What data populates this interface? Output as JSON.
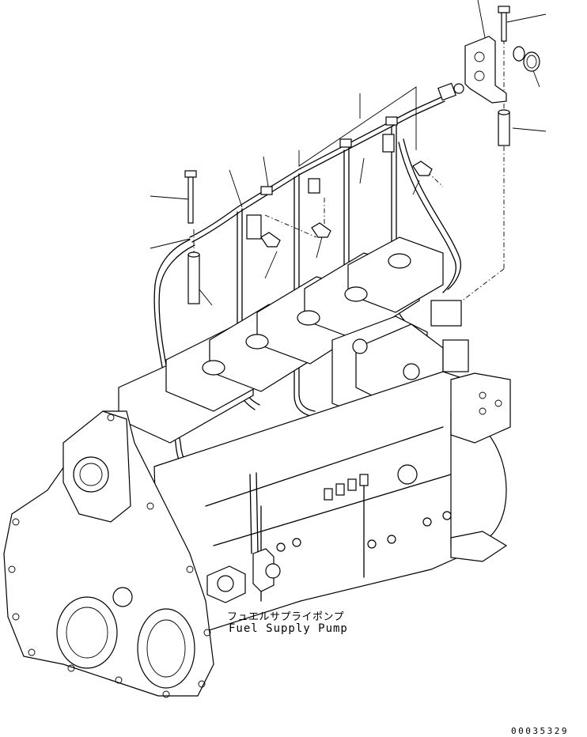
{
  "callouts": {
    "part_name_jp": "フュエルサプライポンプ",
    "part_name_en": "Fuel Supply Pump"
  },
  "drawing_number": "00035329"
}
